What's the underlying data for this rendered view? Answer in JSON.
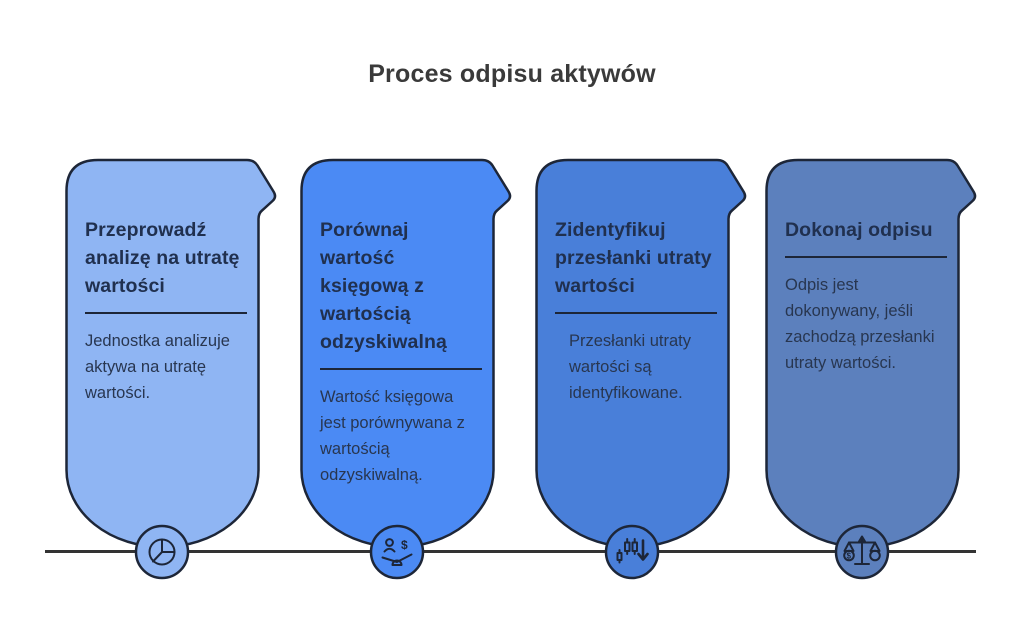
{
  "title": "Proces odpisu aktywów",
  "colors": {
    "border": "#1d2638",
    "heading_text": "#20304f",
    "body_text": "#283650",
    "title_text": "#3a3a3a",
    "timeline": "#333333"
  },
  "steps": [
    {
      "heading": "Przeprowadź analizę na utratę wartości",
      "description": "Jednostka analizuje aktywa na utratę wartości.",
      "icon": "pie-chart-icon",
      "fill": "#8fb5f3"
    },
    {
      "heading": "Porównaj wartość księgową z wartością odzyskiwalną",
      "description": "Wartość księgowa jest porównywana z wartością odzyskiwalną.",
      "icon": "compare-value-icon",
      "fill": "#4b8af4"
    },
    {
      "heading": "Zidentyfikuj przesłanki utraty wartości",
      "description": "Przesłanki utraty wartości są identyfikowane.",
      "icon": "declining-chart-icon",
      "fill": "#497fd9"
    },
    {
      "heading": "Dokonaj odpisu",
      "description": "Odpis jest dokonywany, jeśli zachodzą przesłanki utraty wartości.",
      "icon": "balance-scale-icon",
      "fill": "#5c80bd"
    }
  ]
}
